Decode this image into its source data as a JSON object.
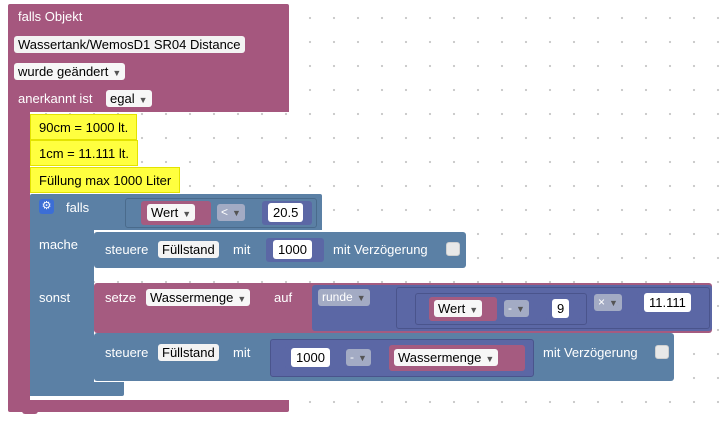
{
  "trigger": {
    "header": "falls Objekt",
    "object_id": "Wassertank/WemosD1 SR04  Distance",
    "change_label": "wurde geändert",
    "ack_label": "anerkannt ist",
    "ack_value": "egal"
  },
  "comments": [
    "90cm = 1000 lt.",
    "1cm = 11.111 lt.",
    "Füllung max 1000 Liter"
  ],
  "if_block": {
    "if_label": "falls",
    "do_label": "mache",
    "else_label": "sonst",
    "condition": {
      "var": "Wert",
      "op": "<",
      "value": "20.5"
    }
  },
  "control1": {
    "label": "steuere",
    "target": "Füllstand",
    "with": "mit",
    "value": "1000",
    "delay_label": "mit Verzögerung"
  },
  "set_var": {
    "label": "setze",
    "var": "Wassermenge",
    "to": "auf",
    "round_label": "runde",
    "minus_var": "Wert",
    "minus_op": "-",
    "minus_value": "9",
    "times_op": "×",
    "times_value": "11.111"
  },
  "control2": {
    "label": "steuere",
    "target": "Füllstand",
    "with": "mit",
    "value": "1000",
    "op": "-",
    "var": "Wassermenge",
    "delay_label": "mit Verzögerung"
  },
  "colors": {
    "event": "#a5577e",
    "logic": "#5b80a5",
    "variable": "#a55b80",
    "math": "#5b67a5",
    "comment": "#ffff3f"
  }
}
